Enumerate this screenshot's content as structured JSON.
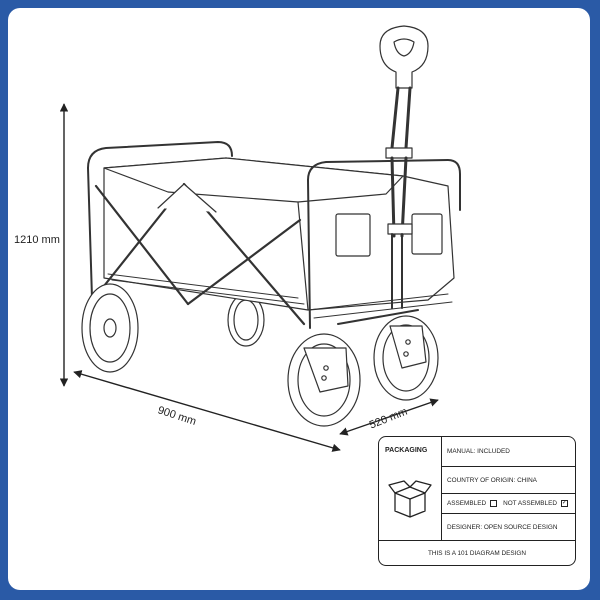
{
  "dimensions": {
    "height": "1210 mm",
    "length": "900 mm",
    "width": "520 mm"
  },
  "packaging": {
    "title": "PACKAGING",
    "manual": "MANUAL: INCLUDED",
    "country": "COUNTRY OF ORIGIN: CHINA",
    "assembled": "ASSEMBLED",
    "not_assembled": "NOT ASSEMBLED",
    "not_assembled_mark": "✓",
    "designer": "DESIGNER: OPEN SOURCE DESIGN",
    "footer": "THIS IS A 101 DIAGRAM DESIGN"
  },
  "colors": {
    "border": "#2a5aa6",
    "line": "#222222"
  }
}
